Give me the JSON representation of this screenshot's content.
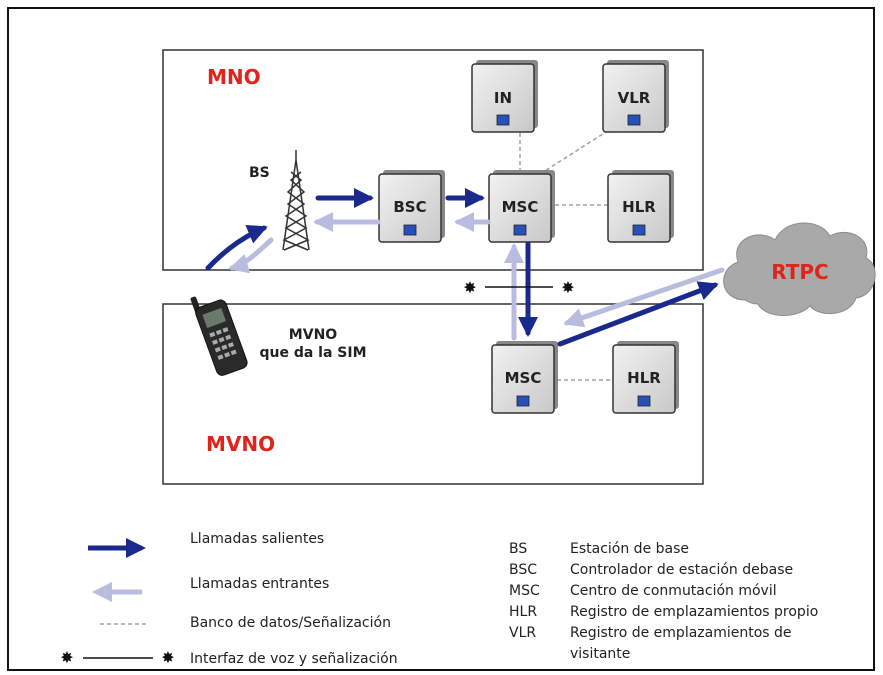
{
  "colors": {
    "outgoing_arrow": "#1a2a8c",
    "incoming_arrow": "#b8bde0",
    "signaling_line": "#a0a0a0",
    "region_label": "#e0231b",
    "cloud_fill": "#a9a9a9",
    "cloud_label": "#e0231b",
    "node_fill": "#dedede",
    "node_border": "#333333",
    "node_port": "#2850b8"
  },
  "regions": {
    "mno_label": "MNO",
    "mvno_label": "MVNO"
  },
  "base_station": {
    "label": "BS"
  },
  "phone": {
    "caption_line1": "MVNO",
    "caption_line2": "que da la SIM"
  },
  "cloud": {
    "label": "RTPC"
  },
  "nodes": {
    "in": "IN",
    "vlr": "VLR",
    "bsc": "BSC",
    "msc_mno": "MSC",
    "hlr_mno": "HLR",
    "msc_mvno": "MSC",
    "hlr_mvno": "HLR"
  },
  "legend": {
    "outgoing": "Llamadas salientes",
    "incoming": "Llamadas entrantes",
    "signaling": "Banco de datos/Señalización",
    "interface": "Interfaz de voz y señalización"
  },
  "abbreviations": [
    {
      "abbr": "BS",
      "desc": "Estación de base"
    },
    {
      "abbr": "BSC",
      "desc": "Controlador de estación debase"
    },
    {
      "abbr": "MSC",
      "desc": "Centro de conmutación móvil"
    },
    {
      "abbr": "HLR",
      "desc": "Registro de emplazamientos propio"
    },
    {
      "abbr": "VLR",
      "desc": "Registro de emplazamientos de"
    }
  ],
  "abbreviation_continuation": "visitante"
}
